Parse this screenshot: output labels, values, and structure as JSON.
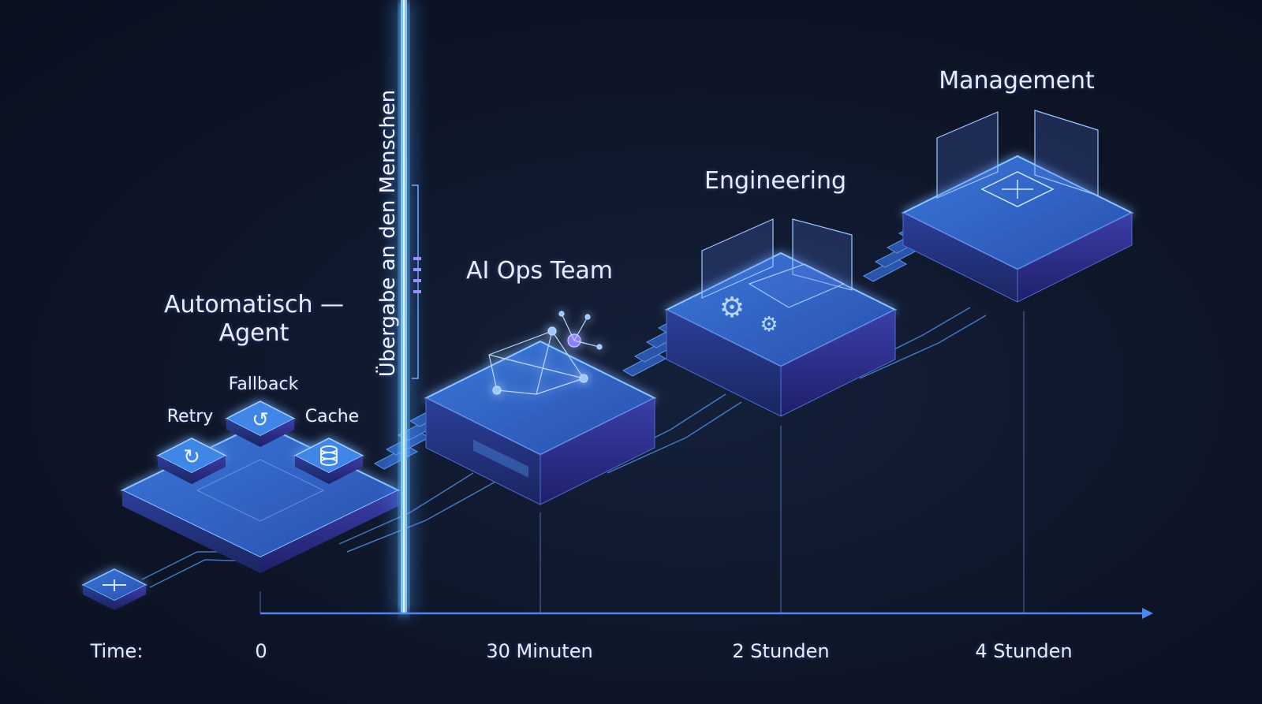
{
  "stages": [
    {
      "id": "agent",
      "title_line1": "Automatisch —",
      "title_line2": "Agent",
      "time": "0"
    },
    {
      "id": "aiops",
      "title": "AI Ops Team",
      "time": "30 Minuten"
    },
    {
      "id": "engineering",
      "title": "Engineering",
      "time": "2 Stunden"
    },
    {
      "id": "management",
      "title": "Management",
      "time": "4 Stunden"
    }
  ],
  "agent_modules": {
    "retry": "Retry",
    "fallback": "Fallback",
    "cache": "Cache"
  },
  "handover_label": "Übergabe an den Menschen",
  "time_label": "Time:",
  "colors": {
    "background": "#0d1426",
    "accent": "#5aa0ff",
    "glow": "#7c6bff",
    "line": "#3f6fd8"
  },
  "icons": [
    "retry-icon",
    "fallback-icon",
    "cache-icon",
    "network-icon",
    "gear-icon",
    "flowchart-icon",
    "input-node-icon"
  ]
}
